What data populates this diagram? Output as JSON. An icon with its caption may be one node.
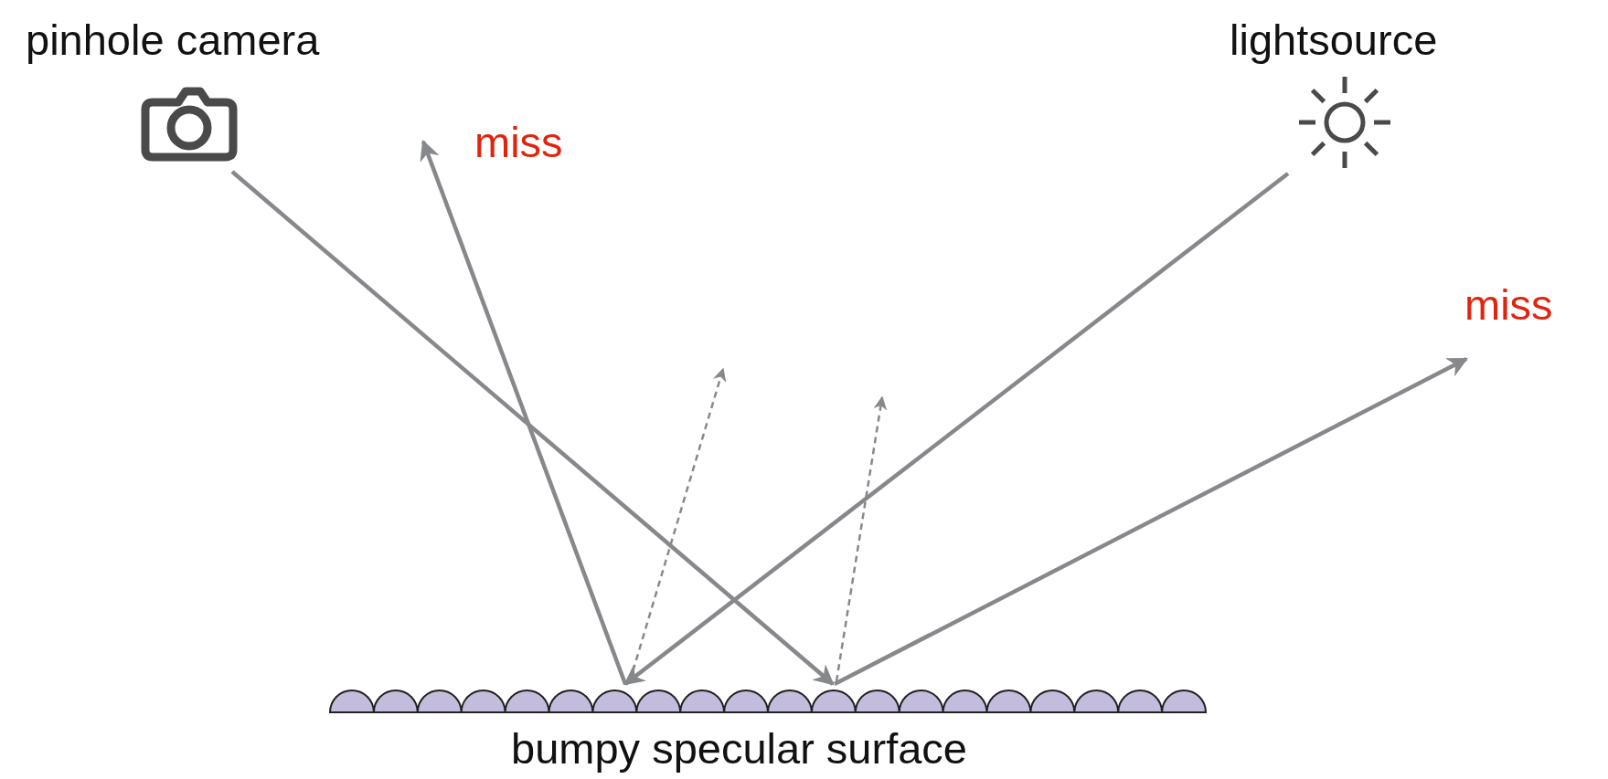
{
  "diagram": {
    "nodes": [
      {
        "text": [
          "pinhole camera"
        ]
      },
      {
        "text": [
          "lightsource"
        ]
      },
      {
        "text": [
          "miss"
        ]
      },
      {
        "text": [
          "miss"
        ]
      },
      {
        "text": [
          "bumpy specular surface"
        ]
      }
    ],
    "edges": [
      {
        "from": 0,
        "to": 4,
        "arrow": "to"
      },
      {
        "from": 4,
        "to": 3,
        "arrow": "to"
      },
      {
        "from": 1,
        "to": 4,
        "arrow": "to"
      },
      {
        "from": 4,
        "to": 2,
        "arrow": "to"
      },
      {
        "from": 4,
        "to": null,
        "arrow": "to",
        "style": "dashed"
      },
      {
        "from": 4,
        "to": null,
        "arrow": "to",
        "style": "dashed"
      }
    ]
  }
}
